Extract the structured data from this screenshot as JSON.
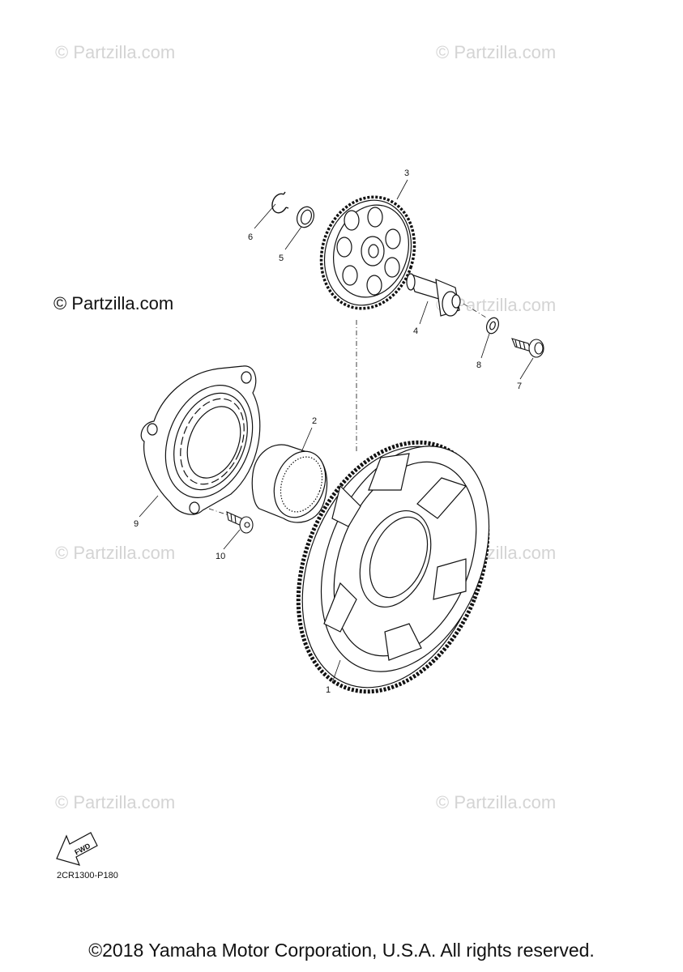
{
  "watermarks": [
    "© Partzilla.com",
    "© Partzilla.com",
    "© Partzilla.com",
    "© Partzilla.com",
    "© Partzilla.com",
    "© Partzilla.com",
    "© Partzilla.com",
    "© Partzilla.com"
  ],
  "main_watermark": "© Partzilla.com",
  "callouts": [
    "1",
    "2",
    "3",
    "4",
    "5",
    "6",
    "7",
    "8",
    "9",
    "10"
  ],
  "fwd_label": "FWD",
  "diagram_code": "2CR1300-P180",
  "copyright": "©2018 Yamaha Motor Corporation, U.S.A. All rights reserved."
}
